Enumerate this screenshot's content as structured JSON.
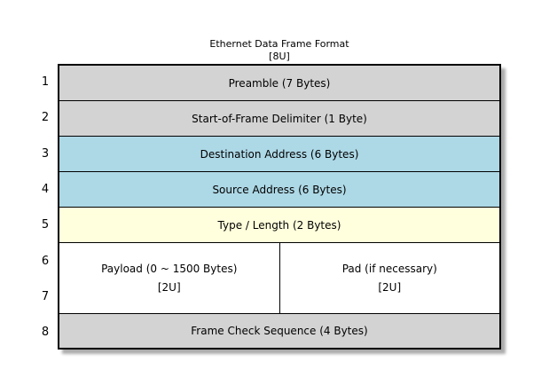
{
  "title": {
    "line1": "Ethernet Data Frame Format",
    "line2": "[8U]"
  },
  "colors": {
    "gray": "#d3d3d3",
    "blue": "#add8e6",
    "yellow": "#ffffdd",
    "white": "#ffffff"
  },
  "frame": {
    "rows": [
      {
        "number": "1",
        "label": "Preamble (7 Bytes)",
        "color": "gray"
      },
      {
        "number": "2",
        "label": "Start-of-Frame Delimiter (1 Byte)",
        "color": "gray"
      },
      {
        "number": "3",
        "label": "Destination Address (6 Bytes)",
        "color": "blue"
      },
      {
        "number": "4",
        "label": "Source Address (6 Bytes)",
        "color": "blue"
      },
      {
        "number": "5",
        "label": "Type / Length (2 Bytes)",
        "color": "yellow"
      },
      {
        "numbers": [
          "6",
          "7"
        ],
        "color": "white",
        "cells": [
          {
            "label": "Payload (0 ~ 1500 Bytes)",
            "sub": "[2U]"
          },
          {
            "label": "Pad (if necessary)",
            "sub": "[2U]"
          }
        ]
      },
      {
        "number": "8",
        "label": "Frame Check Sequence (4 Bytes)",
        "color": "gray"
      }
    ]
  }
}
